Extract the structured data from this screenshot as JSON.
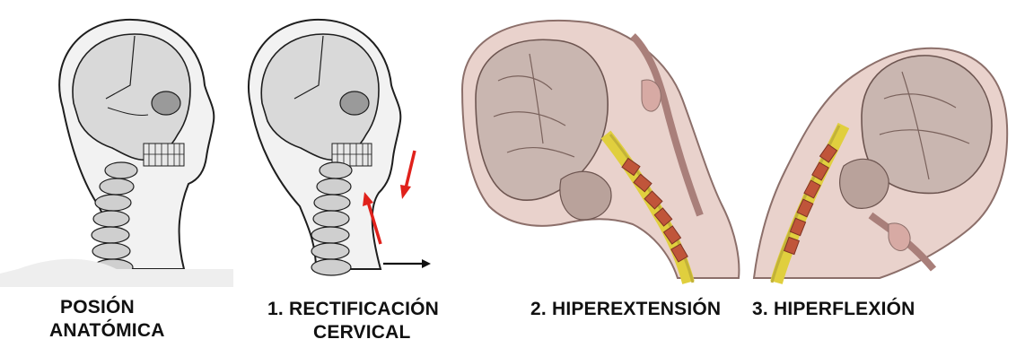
{
  "colors": {
    "skull_fill": "#d9d9d9",
    "outline": "#1e1e1e",
    "arrow_red": "#e0211b",
    "brain_fill": "#c9b6b0",
    "spine_yellow": "#e0cf3e",
    "vertebra_red": "#c0553a",
    "background": "#ffffff"
  },
  "panels": [
    {
      "id": "anatomical",
      "caption_lines": [
        "POSIÓN",
        "ANATÓMICA"
      ]
    },
    {
      "id": "rectification",
      "caption_lines": [
        "1. RECTIFICACIÓN",
        "CERVICAL"
      ]
    },
    {
      "id": "hyperextension",
      "caption_lines": [
        "2. HIPEREXTENSIÓN"
      ]
    },
    {
      "id": "hyperflexion",
      "caption_lines": [
        "3. HIPERFLEXIÓN"
      ]
    }
  ]
}
